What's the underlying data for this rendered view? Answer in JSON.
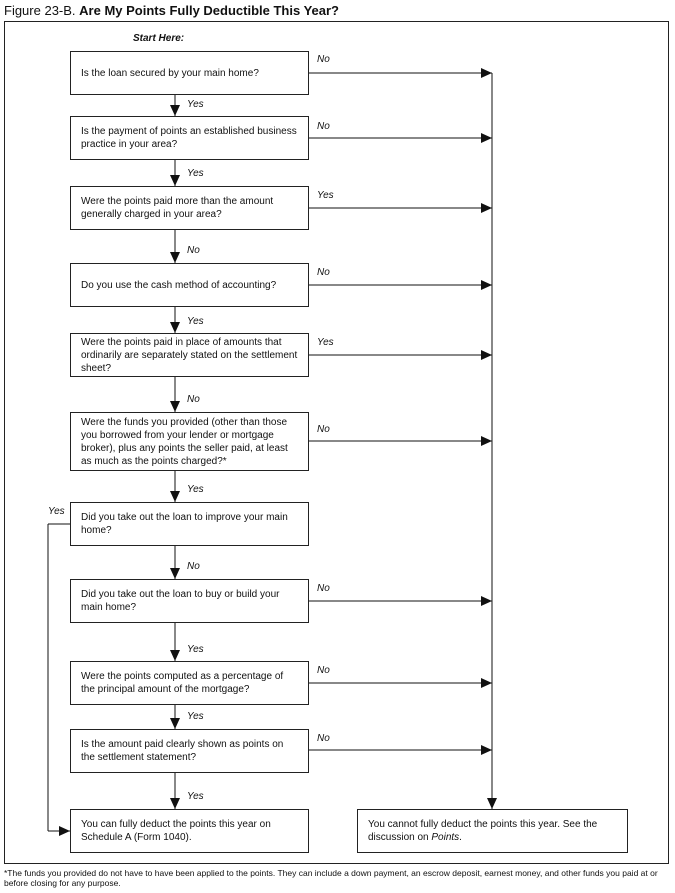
{
  "figure": {
    "number": "Figure 23-B.",
    "title": "Are My Points Fully Deductible This Year?",
    "start_label": "Start Here:"
  },
  "questions": [
    {
      "text": "Is the loan secured by your main home?",
      "down_label": "Yes",
      "side_label": "No"
    },
    {
      "text": "Is the payment of points an established business practice in your area?",
      "down_label": "Yes",
      "side_label": "No"
    },
    {
      "text": "Were the points paid more than the amount generally charged in your area?",
      "down_label": "No",
      "side_label": "Yes"
    },
    {
      "text": "Do you use the cash method of accounting?",
      "down_label": "Yes",
      "side_label": "No"
    },
    {
      "text": "Were the points paid in place of amounts that ordinarily are separately stated on the settlement sheet?",
      "down_label": "No",
      "side_label": "Yes"
    },
    {
      "text": "Were the funds you provided (other than those you borrowed from your lender or mortgage broker), plus any points the seller paid, at least as much as the points charged?*",
      "down_label": "Yes",
      "side_label": "No"
    },
    {
      "text": "Did you take out the loan to improve your main home?",
      "down_label": "No",
      "side_label": "Yes"
    },
    {
      "text": "Did you take out the loan to buy or build your main home?",
      "down_label": "Yes",
      "side_label": "No"
    },
    {
      "text": "Were the points computed as a percentage of the principal amount of the mortgage?",
      "down_label": "Yes",
      "side_label": "No"
    },
    {
      "text": "Is the amount paid clearly shown as points on the settlement statement?",
      "down_label": "Yes",
      "side_label": "No"
    }
  ],
  "outcomes": {
    "deductible": "You can fully deduct the points this year on Schedule A (Form 1040).",
    "not_deductible_prefix": "You cannot fully deduct the points this year. See the discussion on ",
    "not_deductible_ref": "Points",
    "not_deductible_suffix": "."
  },
  "footnote": "*The funds you provided do not have to have been applied to the points. They can include a down payment, an escrow deposit, earnest money, and other funds you paid at or before closing for any purpose."
}
